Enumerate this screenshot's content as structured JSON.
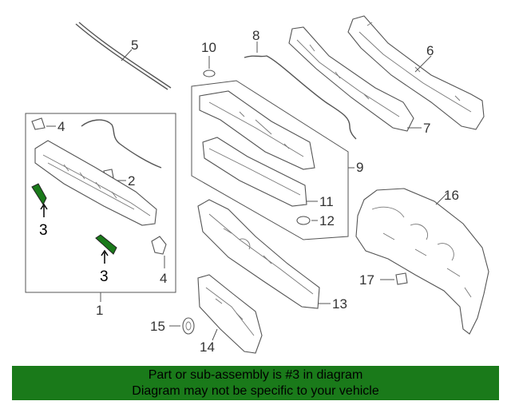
{
  "callouts": {
    "c1": "1",
    "c2": "2",
    "c3a": "3",
    "c3b": "3",
    "c4a": "4",
    "c4b": "4",
    "c5": "5",
    "c6": "6",
    "c7": "7",
    "c8": "8",
    "c9": "9",
    "c10": "10",
    "c11": "11",
    "c12": "12",
    "c13": "13",
    "c14": "14",
    "c15": "15",
    "c16": "16",
    "c17": "17"
  },
  "banner": {
    "line1": "Part or sub-assembly is #3 in diagram",
    "line2": "Diagram may not be specific to your vehicle"
  },
  "colors": {
    "highlight": "#1a7a1a",
    "banner_bg": "#1a7a1a",
    "line": "#555555"
  }
}
